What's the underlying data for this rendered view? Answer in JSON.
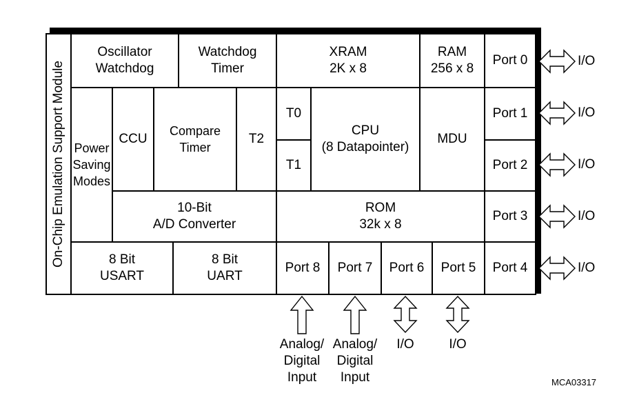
{
  "side_module": "On-Chip Emulation Support Module",
  "blocks": {
    "oscillator": "Oscillator\nWatchdog",
    "watchdog": "Watchdog\nTimer",
    "xram": "XRAM\n2K x 8",
    "ram": "RAM\n256 x 8",
    "power": "Power\nSaving\nModes",
    "ccu": "CCU",
    "compare": "Compare\nTimer",
    "t2": "T2",
    "t0": "T0",
    "t1": "T1",
    "cpu": "CPU\n(8 Datapointer)",
    "mdu": "MDU",
    "adc": "10-Bit\nA/D Converter",
    "rom": "ROM\n32k x 8",
    "usart": "8 Bit\nUSART",
    "uart": "8 Bit\nUART"
  },
  "ports": {
    "p0": "Port 0",
    "p1": "Port 1",
    "p2": "Port 2",
    "p3": "Port 3",
    "p4": "Port 4",
    "p5": "Port 5",
    "p6": "Port 6",
    "p7": "Port 7",
    "p8": "Port 8"
  },
  "io_labels": {
    "right": [
      "I/O",
      "I/O",
      "I/O",
      "I/O",
      "I/O"
    ],
    "p8": "Analog/\nDigital\nInput",
    "p7": "Analog/\nDigital\nInput",
    "p6": "I/O",
    "p5": "I/O"
  },
  "figure_code": "MCA03317"
}
